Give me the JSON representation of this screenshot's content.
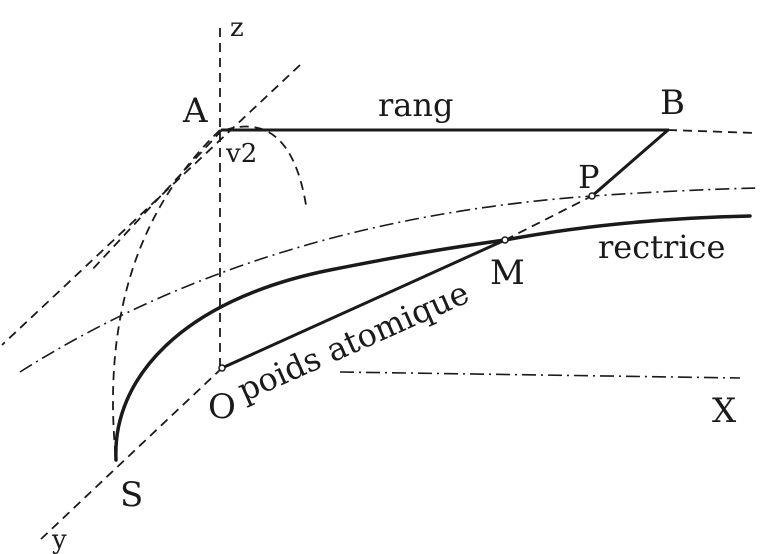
{
  "labels": {
    "z": "z",
    "A": "A",
    "rang": "rang",
    "B": "B",
    "v2": "v2",
    "P": "P",
    "rectrice": "rectrice",
    "M": "M",
    "poids_atomique": "poids atomique",
    "O": "O",
    "X": "X",
    "S": "S",
    "y": "y"
  }
}
